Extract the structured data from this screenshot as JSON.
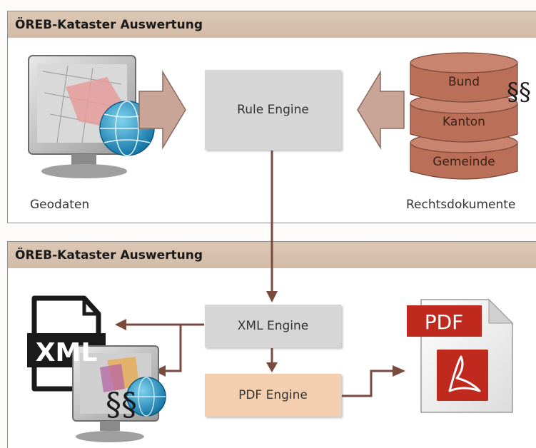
{
  "top_panel": {
    "title": "ÖREB-Kataster Auswertung",
    "left_label": "Geodaten",
    "right_label": "Rechtsdokumente",
    "engine": "Rule Engine",
    "db_layers": [
      "Bund",
      "Kanton",
      "Gemeinde"
    ],
    "section_glyph": "§§"
  },
  "bottom_panel": {
    "title": "ÖREB-Kataster Auswertung",
    "xml_engine": "XML Engine",
    "pdf_engine": "PDF Engine",
    "xml_doc_text": "XML",
    "pdf_doc_text": "PDF",
    "section_glyph": "§§"
  },
  "colors": {
    "header": "#d6c1ad",
    "arrow_brown": "#7a4a3e",
    "db_brown": "#b96f58",
    "engine_gray": "#d6d6d6",
    "engine_peach": "#f3cfb0",
    "pdf_red": "#c0291d"
  }
}
